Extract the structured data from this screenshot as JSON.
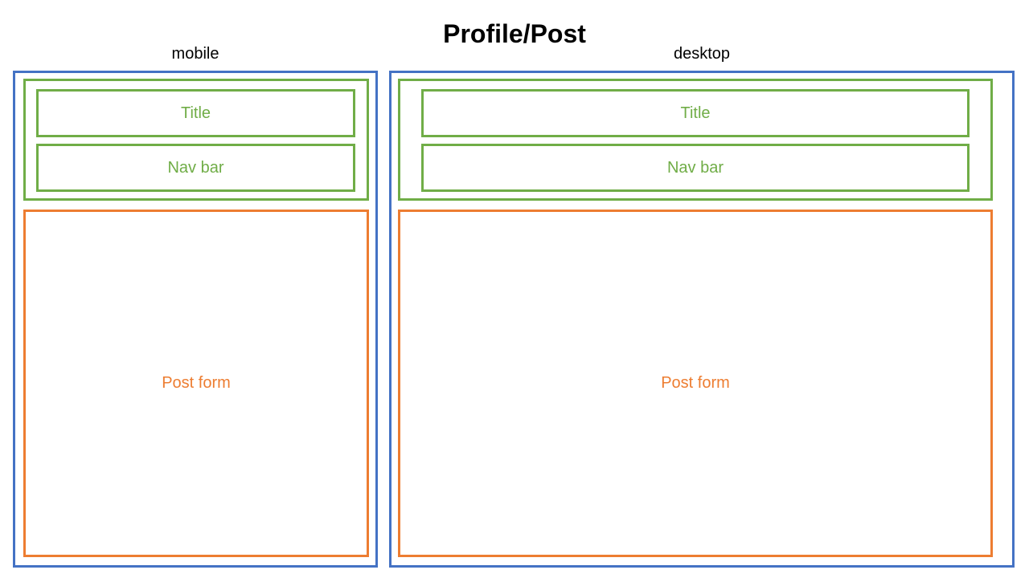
{
  "title": "Profile/Post",
  "colors": {
    "frame": "#4472c4",
    "header": "#70ad47",
    "post": "#ed7d31"
  },
  "mobile": {
    "label": "mobile",
    "title_box": "Title",
    "nav_box": "Nav bar",
    "post_box": "Post form"
  },
  "desktop": {
    "label": "desktop",
    "title_box": "Title",
    "nav_box": "Nav bar",
    "post_box": "Post form"
  }
}
